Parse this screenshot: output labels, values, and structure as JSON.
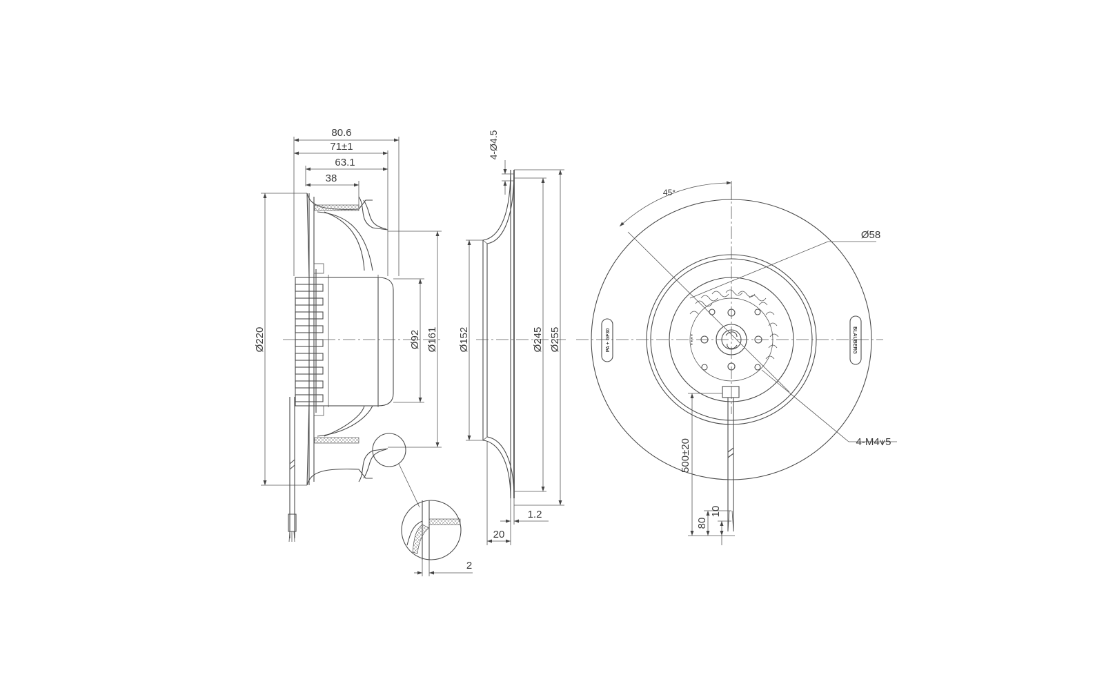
{
  "side_view": {
    "dims_top": [
      "80.6",
      "71±1",
      "63.1",
      "38"
    ],
    "dims_vertical": [
      "Ø220",
      "Ø92",
      "Ø161"
    ]
  },
  "flange_view": {
    "hole_label": "4-Ø4.5",
    "dims_vertical": [
      "Ø152",
      "Ø245",
      "Ø255"
    ],
    "dims_bottom": [
      "1.2",
      "20"
    ]
  },
  "detail": {
    "thickness": "2"
  },
  "front_view": {
    "angle": "45°",
    "hub_dia": "Ø58",
    "thread": "4-M4⩛5",
    "cable_length": "500±20",
    "cable_strip": [
      "80",
      "10"
    ],
    "label_left": "PA + GF30",
    "label_right": "BLAUBERG"
  },
  "colors": {
    "line": "#4a4a4a",
    "background": "#ffffff"
  }
}
